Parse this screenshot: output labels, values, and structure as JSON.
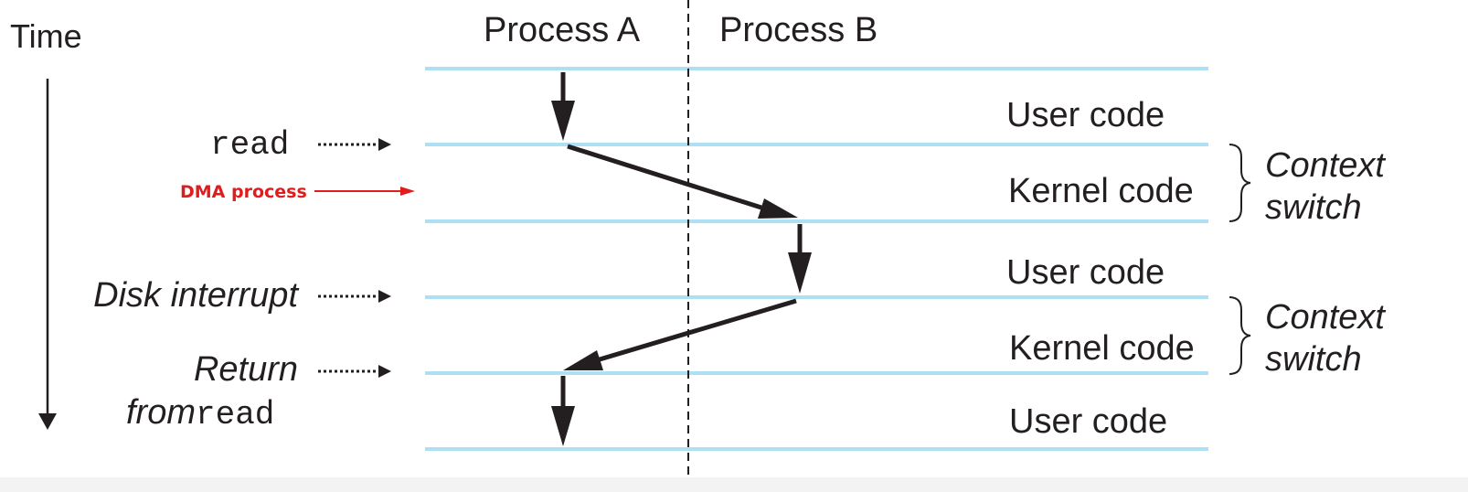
{
  "time_label": "Time",
  "columns": [
    "Process A",
    "Process B"
  ],
  "events": {
    "read": "read",
    "dma": "DMA process",
    "disk_interrupt": "Disk interrupt",
    "return_line1": "Return",
    "return_from": "from",
    "return_read": "read"
  },
  "bands": [
    "User code",
    "Kernel code",
    "User code",
    "Kernel code",
    "User code"
  ],
  "context_switch": [
    {
      "line1": "Context",
      "line2": "switch"
    },
    {
      "line1": "Context",
      "line2": "switch"
    }
  ],
  "colors": {
    "band_line": "#aee0f4",
    "arrow": "#231f20",
    "annotation": "#e11c1c"
  },
  "icons": [
    "down-arrow-icon",
    "dotted-arrow-icon",
    "curly-brace-icon"
  ]
}
